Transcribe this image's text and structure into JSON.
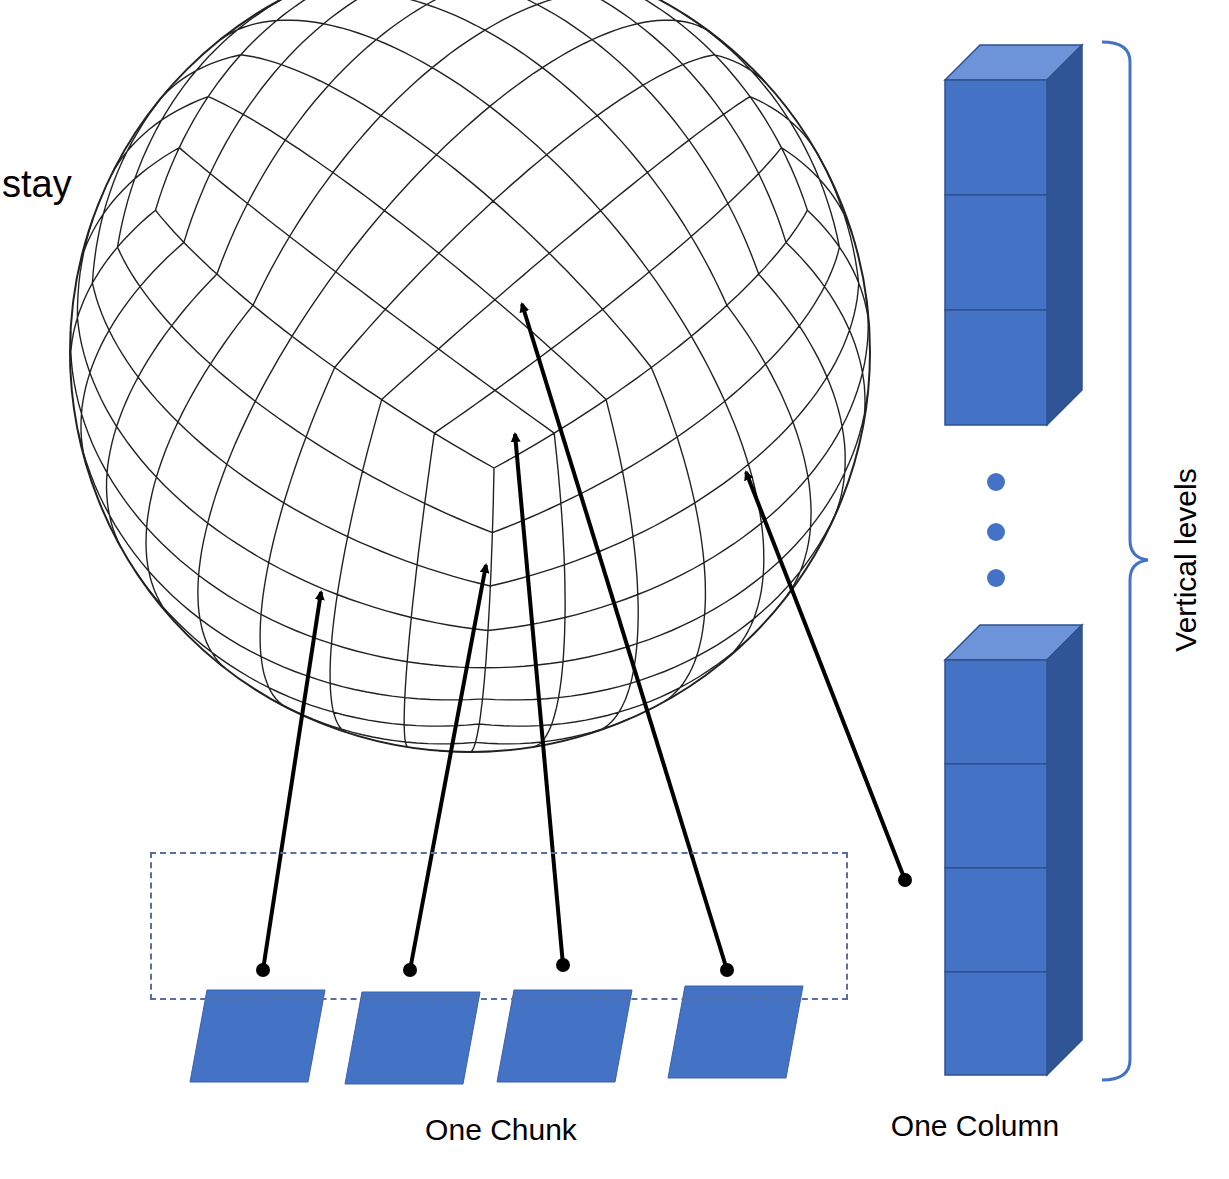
{
  "diagram": {
    "nodes": [
      {
        "text": [
          "One Chunk"
        ]
      },
      {
        "text": [
          "One Column"
        ]
      }
    ],
    "labels": [
      "stay",
      "Vertical levels"
    ]
  }
}
